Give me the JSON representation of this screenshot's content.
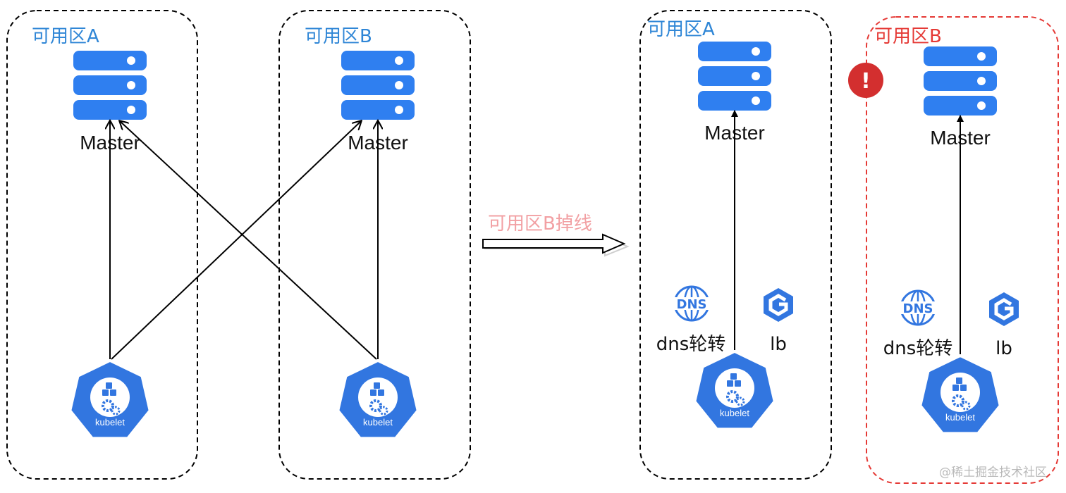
{
  "colors": {
    "zone_label": "#2f86d6",
    "server": "#2f7ff0",
    "kubelet": "#3276e0",
    "offline": "#e53935",
    "alert": "#d32f2f",
    "transition_label": "#f2a0a3",
    "watermark": "#b9b9b9"
  },
  "before": {
    "zones": [
      {
        "label": "可用区A",
        "master_label": "Master",
        "kubelet_label": "kubelet"
      },
      {
        "label": "可用区B",
        "master_label": "Master",
        "kubelet_label": "kubelet"
      }
    ]
  },
  "transition": {
    "label": "可用区B掉线",
    "icon": "double-arrow-icon"
  },
  "after": {
    "zones": [
      {
        "label": "可用区A",
        "master_label": "Master",
        "dns_label": "dns轮转",
        "lb_label": "lb",
        "kubelet_label": "kubelet",
        "status": "online"
      },
      {
        "label": "可用区B",
        "master_label": "Master",
        "dns_label": "dns轮转",
        "lb_label": "lb",
        "kubelet_label": "kubelet",
        "status": "offline",
        "alert_glyph": "!"
      }
    ]
  },
  "watermark": "@稀土掘金技术社区"
}
